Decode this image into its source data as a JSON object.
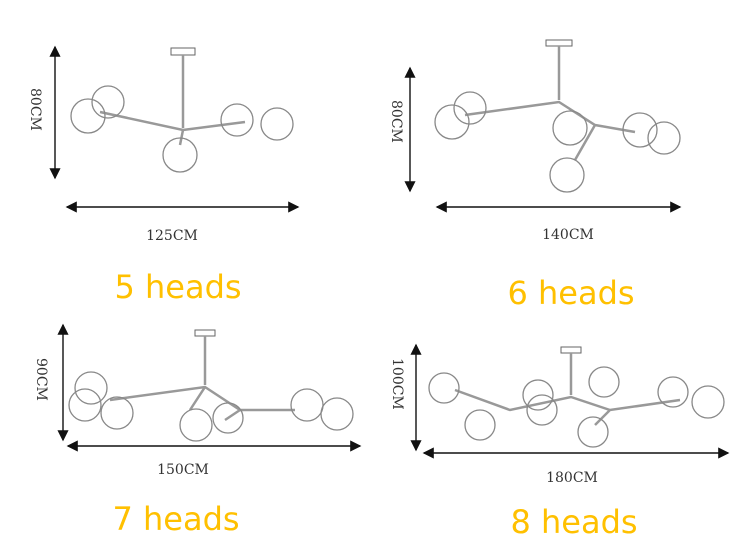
{
  "accent_color": "#FFC000",
  "panels": [
    {
      "heads_label": "5 heads",
      "width_label": "125CM",
      "height_label": "80CM"
    },
    {
      "heads_label": "6 heads",
      "width_label": "140CM",
      "height_label": "80CM"
    },
    {
      "heads_label": "7 heads",
      "width_label": "150CM",
      "height_label": "90CM"
    },
    {
      "heads_label": "8 heads",
      "width_label": "180CM",
      "height_label": "100CM"
    }
  ]
}
